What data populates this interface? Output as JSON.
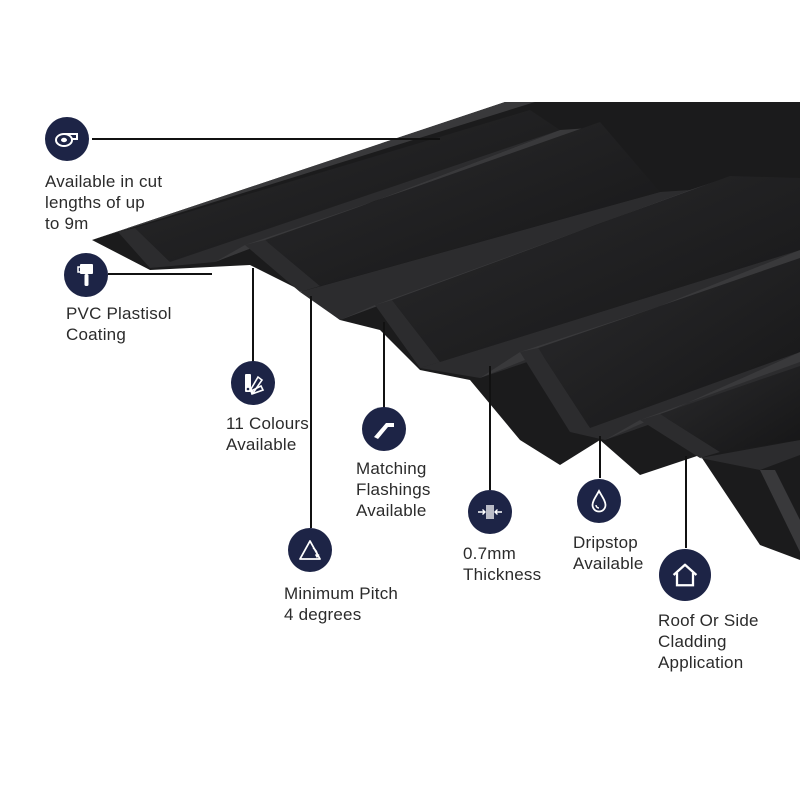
{
  "colors": {
    "badge": "#1d2446",
    "sheet_dark": "#1b1b1c",
    "sheet_light": "#39393b",
    "leader": "#111111",
    "text": "#2b2b2b"
  },
  "features": [
    {
      "icon": "tape-roll-icon",
      "lines": [
        "Available in cut",
        "lengths of up",
        "to 9m"
      ]
    },
    {
      "icon": "paint-brush-icon",
      "lines": [
        "PVC Plastisol",
        "Coating"
      ]
    },
    {
      "icon": "colour-swatch-icon",
      "lines": [
        "11 Colours",
        "Available"
      ]
    },
    {
      "icon": "flashing-icon",
      "lines": [
        "Matching",
        "Flashings",
        "Available"
      ]
    },
    {
      "icon": "pitch-angle-icon",
      "lines": [
        "Minimum Pitch",
        "4 degrees"
      ]
    },
    {
      "icon": "thickness-icon",
      "lines": [
        "0.7mm",
        "Thickness"
      ]
    },
    {
      "icon": "water-drop-icon",
      "lines": [
        "Dripstop",
        "Available"
      ]
    },
    {
      "icon": "house-icon",
      "lines": [
        "Roof Or Side",
        "Cladding",
        "Application"
      ]
    }
  ]
}
